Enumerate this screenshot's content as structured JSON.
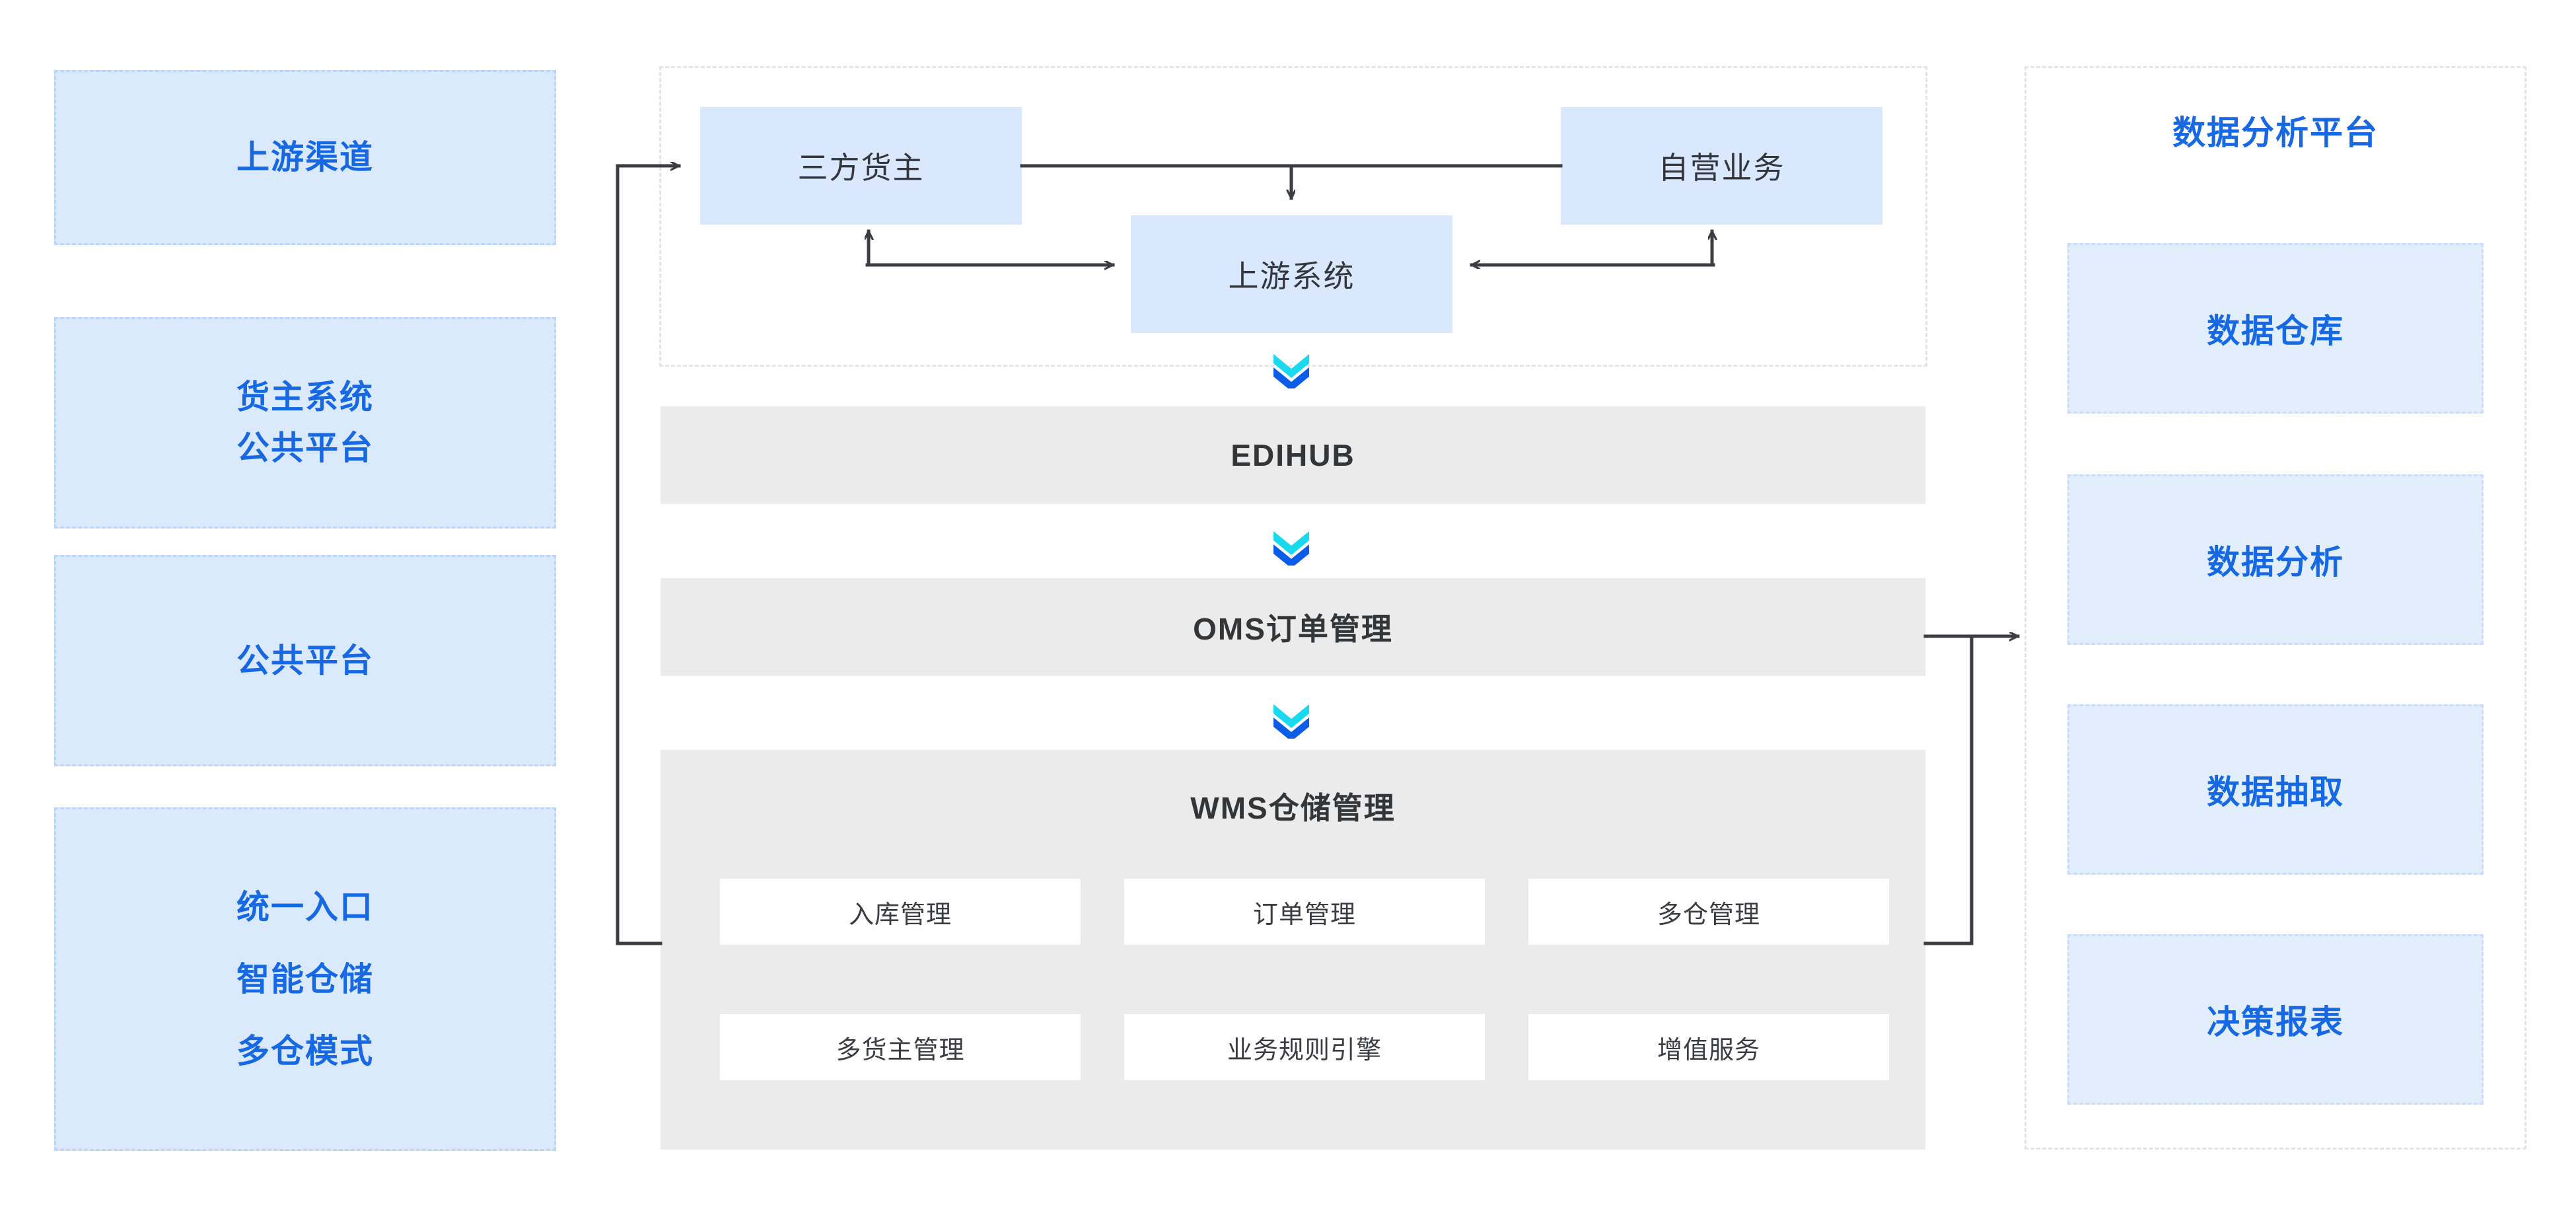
{
  "colors": {
    "brand_blue": "#1668E3",
    "light_blue_fill": "#DBE9FD",
    "node_blue_fill": "#D9E8FD",
    "grey_fill": "#EBEBEB",
    "dark_text": "#333638",
    "chevron_cyan": "#18D9EE",
    "chevron_blue": "#0B5CE8",
    "wire": "#3A3D41",
    "dash_border": "#E2E4EA"
  },
  "left_column": {
    "cards": [
      {
        "lines": [
          "上游渠道"
        ]
      },
      {
        "lines": [
          "货主系统",
          "公共平台"
        ]
      },
      {
        "lines": [
          "公共平台"
        ]
      },
      {
        "lines": [
          "统一入口",
          "智能仓储",
          "多仓模式"
        ]
      }
    ]
  },
  "upstream_group": {
    "nodes": [
      {
        "label": "三方货主"
      },
      {
        "label": "自营业务"
      },
      {
        "label": "上游系统"
      }
    ]
  },
  "layers": {
    "edihub": {
      "label": "EDIHUB"
    },
    "oms": {
      "label": "OMS订单管理"
    },
    "wms": {
      "title": "WMS仓储管理",
      "modules": [
        "入库管理",
        "订单管理",
        "多仓管理",
        "多货主管理",
        "业务规则引擎",
        "增值服务"
      ]
    }
  },
  "right_column": {
    "title": "数据分析平台",
    "cards": [
      "数据仓库",
      "数据分析",
      "数据抽取",
      "决策报表"
    ]
  },
  "icons": {
    "chevron": "double-chevron-down-icon",
    "arrow": "arrow-head-icon"
  }
}
